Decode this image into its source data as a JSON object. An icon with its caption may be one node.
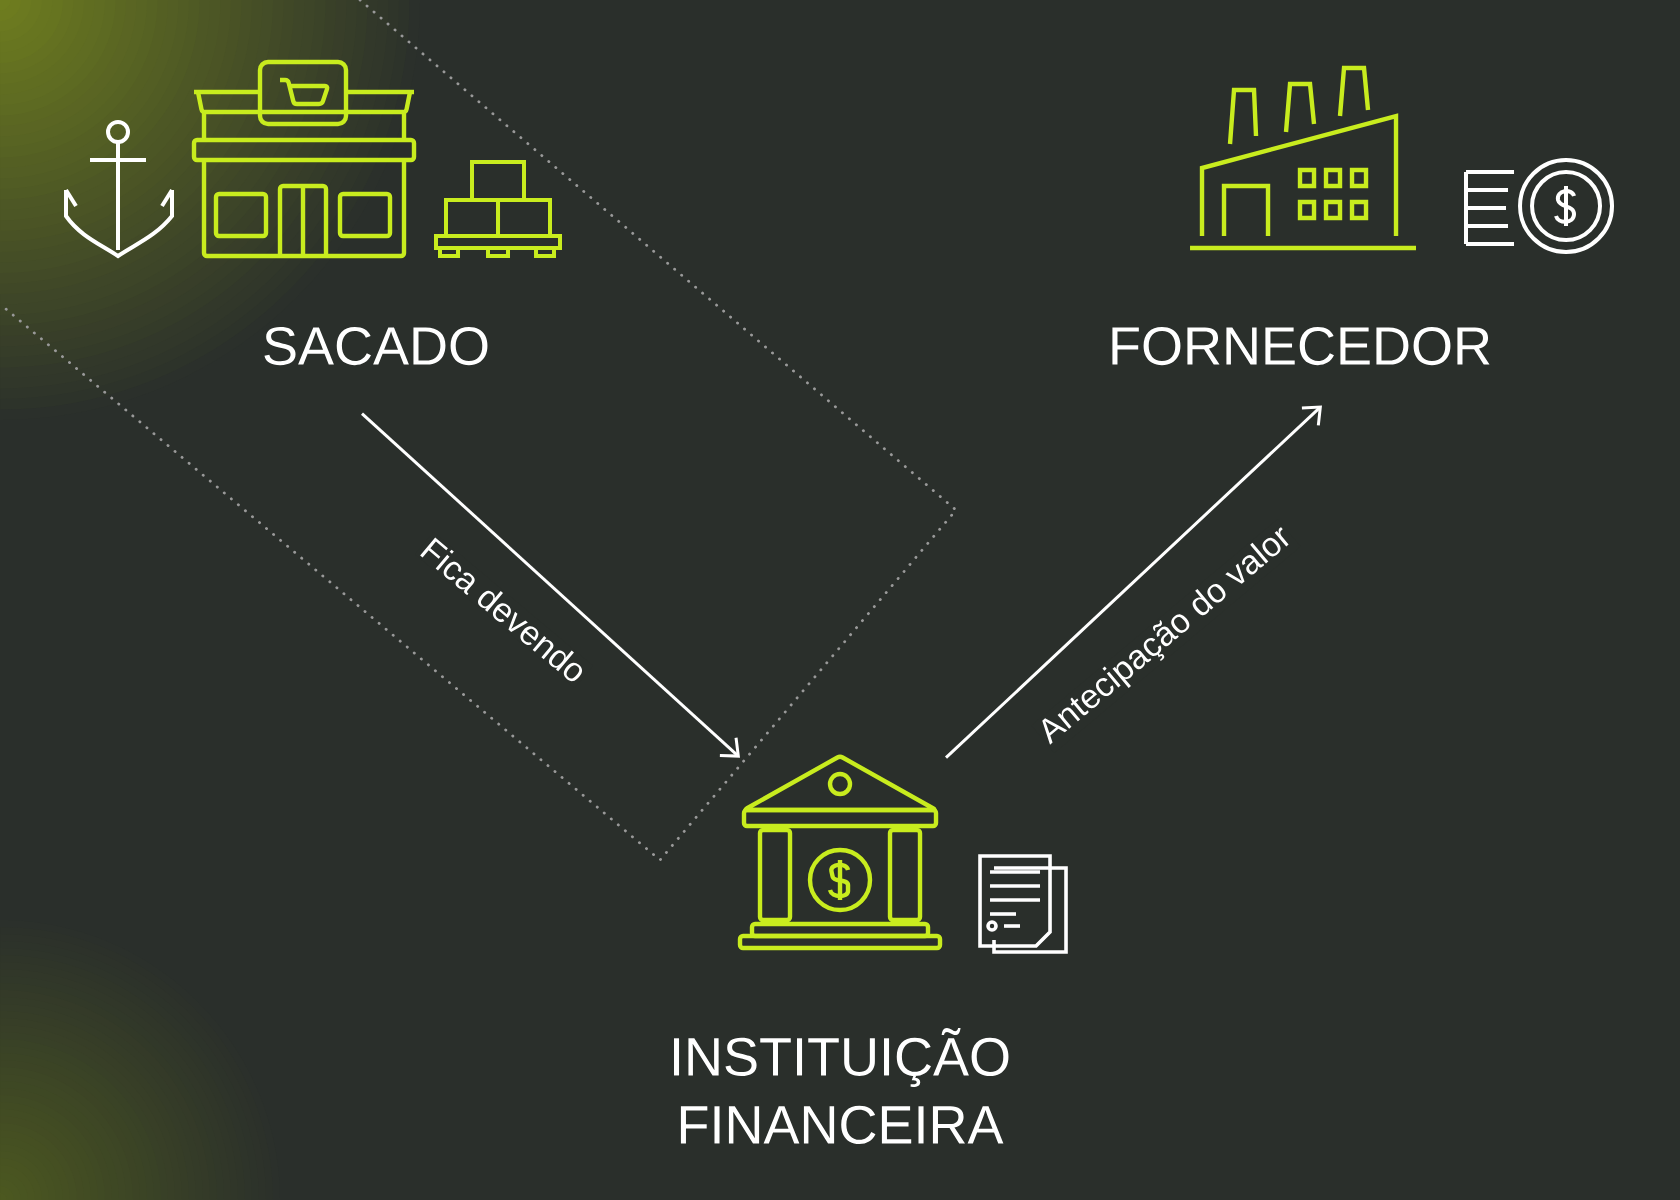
{
  "diagram": {
    "nodes": [
      {
        "text": [
          "SACADO"
        ]
      },
      {
        "text": [
          "FORNECEDOR"
        ]
      },
      {
        "text": [
          "INSTITUIÇÃO FINANCEIRA"
        ]
      }
    ],
    "edges": [
      {
        "from": 0,
        "to": 2,
        "arrow": "to",
        "label": "Fica devendo"
      },
      {
        "from": 2,
        "to": 1,
        "arrow": "to",
        "label": "Antecipação do valor"
      }
    ]
  }
}
